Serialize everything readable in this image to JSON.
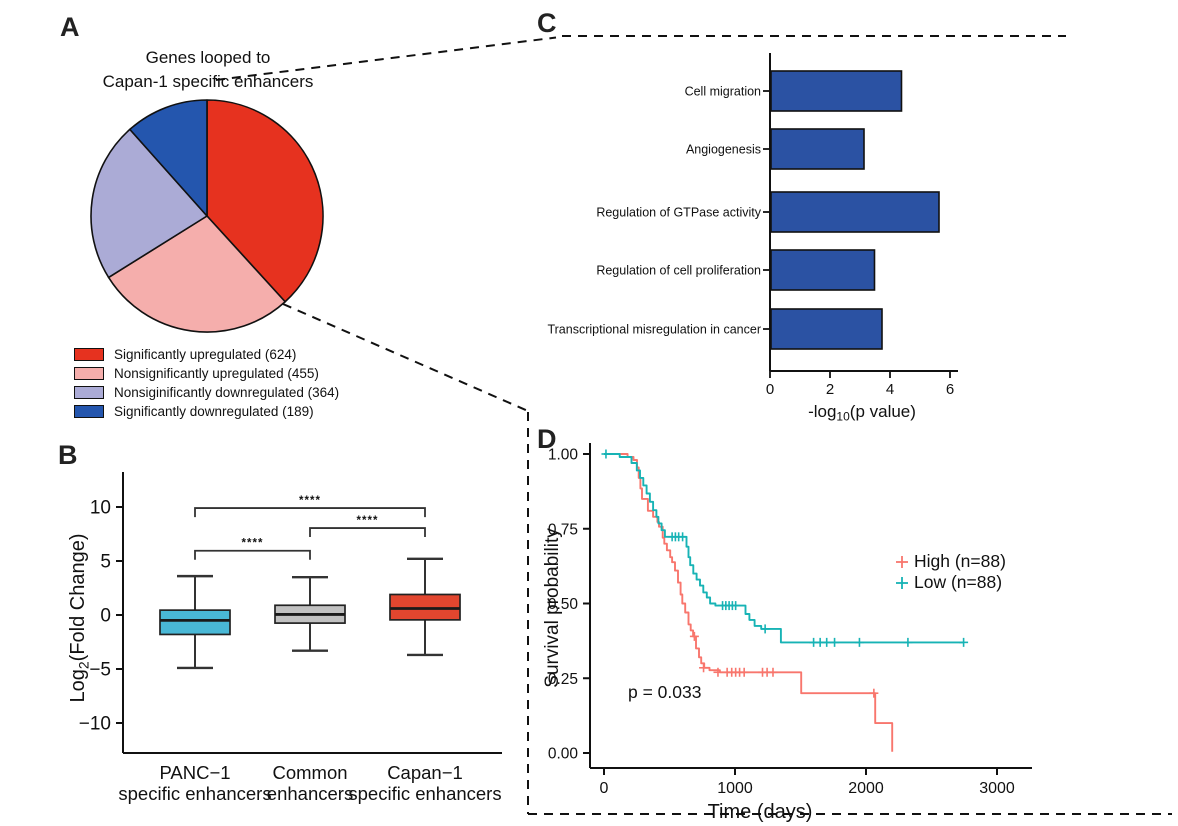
{
  "panels": {
    "a": {
      "label": "A",
      "title_line1": "Genes looped to",
      "title_line2": "Capan-1 specific enhancers"
    },
    "b": {
      "label": "B"
    },
    "c": {
      "label": "C"
    },
    "d": {
      "label": "D"
    }
  },
  "chart_data": [
    {
      "id": "pie",
      "type": "pie",
      "title": "Genes looped to Capan-1 specific enhancers",
      "start_angle_deg": -90,
      "direction": "clockwise",
      "legend_position": "bottom-left",
      "slices": [
        {
          "label": "Significantly upregulated (624)",
          "value": 624,
          "color": "#E6321F"
        },
        {
          "label": "Nonsignificantly upregulated (455)",
          "value": 455,
          "color": "#F5AEAC"
        },
        {
          "label": "Nonsiginificantly downregulated (364)",
          "value": 364,
          "color": "#ABABD6"
        },
        {
          "label": "Significantly downregulated (189)",
          "value": 189,
          "color": "#2456AE"
        }
      ]
    },
    {
      "id": "box",
      "type": "box",
      "ylabel": {
        "prefix": "Log",
        "sub": "2",
        "suffix": "(Fold Change)"
      },
      "yticks": [
        -10,
        -5,
        0,
        5,
        10
      ],
      "ylim": [
        -13,
        12.5
      ],
      "groups": [
        {
          "label_line1": "PANC−1",
          "label_line2": "specific enhancers",
          "color": "#49B8D6",
          "whisker_low": -4.9,
          "q1": -1.8,
          "median": -0.5,
          "q3": 0.45,
          "whisker_high": 3.6
        },
        {
          "label_line1": "Common",
          "label_line2": "enhancers",
          "color": "#C1C1C1",
          "whisker_low": -3.3,
          "q1": -0.75,
          "median": 0.05,
          "q3": 0.9,
          "whisker_high": 3.5
        },
        {
          "label_line1": "Capan−1",
          "label_line2": "specific enhancers",
          "color": "#E2462F",
          "whisker_low": -3.7,
          "q1": -0.45,
          "median": 0.6,
          "q3": 1.9,
          "whisker_high": 5.2
        }
      ],
      "brackets": [
        {
          "from": 0,
          "to": 1,
          "y": 5.95,
          "label": "****"
        },
        {
          "from": 1,
          "to": 2,
          "y": 8.05,
          "label": "****"
        },
        {
          "from": 0,
          "to": 2,
          "y": 9.9,
          "label": "****"
        }
      ]
    },
    {
      "id": "bar",
      "type": "bar",
      "orientation": "horizontal",
      "categories": [
        "Cell migration",
        "Angiogenesis",
        "Regulation of GTPase activity",
        "Regulation of cell proliferation",
        "Transcriptional misregulation in cancer"
      ],
      "values": [
        4.35,
        3.1,
        5.6,
        3.45,
        3.7
      ],
      "bar_color": "#2B52A3",
      "xticks": [
        0,
        2,
        4,
        6
      ],
      "xlim": [
        0,
        6
      ],
      "xlabel": {
        "prefix": "-log",
        "sub": "10",
        "suffix": "(p value)"
      }
    },
    {
      "id": "km",
      "type": "line",
      "xlabel": "Time (days)",
      "ylabel": "Survival probability",
      "xticks": [
        0,
        1000,
        2000,
        3000
      ],
      "xlim": [
        0,
        3000
      ],
      "yticks": [
        {
          "v": 0,
          "t": "0.00"
        },
        {
          "v": 0.25,
          "t": "0.25"
        },
        {
          "v": 0.5,
          "t": "0.50"
        },
        {
          "v": 0.75,
          "t": "0.75"
        },
        {
          "v": 1,
          "t": "1.00"
        }
      ],
      "p_value_label": "p = 0.033",
      "series": [
        {
          "name": "High (n=88)",
          "color": "#F8766D",
          "end": 2200,
          "steps": [
            [
              180,
              0.99
            ],
            [
              225,
              0.98
            ],
            [
              252,
              0.955
            ],
            [
              265,
              0.92
            ],
            [
              278,
              0.885
            ],
            [
              290,
              0.85
            ],
            [
              335,
              0.81
            ],
            [
              375,
              0.79
            ],
            [
              408,
              0.773
            ],
            [
              420,
              0.757
            ],
            [
              448,
              0.72
            ],
            [
              460,
              0.7
            ],
            [
              480,
              0.678
            ],
            [
              505,
              0.655
            ],
            [
              520,
              0.638
            ],
            [
              542,
              0.61
            ],
            [
              565,
              0.57
            ],
            [
              585,
              0.53
            ],
            [
              598,
              0.5
            ],
            [
              620,
              0.47
            ],
            [
              645,
              0.43
            ],
            [
              662,
              0.41
            ],
            [
              680,
              0.39
            ],
            [
              702,
              0.35
            ],
            [
              725,
              0.32
            ],
            [
              742,
              0.3
            ],
            [
              765,
              0.285
            ],
            [
              805,
              0.277
            ],
            [
              885,
              0.27
            ],
            [
              1505,
              0.2
            ],
            [
              2070,
              0.1
            ],
            [
              2200,
              0.004
            ]
          ],
          "censors": [
            [
              690,
              0.39
            ],
            [
              760,
              0.285
            ],
            [
              870,
              0.27
            ],
            [
              940,
              0.27
            ],
            [
              975,
              0.27
            ],
            [
              1005,
              0.27
            ],
            [
              1035,
              0.27
            ],
            [
              1070,
              0.27
            ],
            [
              1210,
              0.27
            ],
            [
              1245,
              0.27
            ],
            [
              1290,
              0.27
            ],
            [
              2060,
              0.2
            ]
          ]
        },
        {
          "name": "Low (n=88)",
          "color": "#17B3B5",
          "end": 2750,
          "steps": [
            [
              120,
              0.99
            ],
            [
              210,
              0.97
            ],
            [
              250,
              0.945
            ],
            [
              275,
              0.92
            ],
            [
              300,
              0.895
            ],
            [
              325,
              0.868
            ],
            [
              350,
              0.84
            ],
            [
              375,
              0.812
            ],
            [
              400,
              0.79
            ],
            [
              415,
              0.768
            ],
            [
              440,
              0.745
            ],
            [
              465,
              0.723
            ],
            [
              630,
              0.69
            ],
            [
              645,
              0.655
            ],
            [
              658,
              0.628
            ],
            [
              682,
              0.6
            ],
            [
              707,
              0.58
            ],
            [
              733,
              0.56
            ],
            [
              758,
              0.537
            ],
            [
              785,
              0.52
            ],
            [
              810,
              0.5
            ],
            [
              850,
              0.493
            ],
            [
              1080,
              0.465
            ],
            [
              1110,
              0.445
            ],
            [
              1150,
              0.425
            ],
            [
              1200,
              0.415
            ],
            [
              1350,
              0.37
            ]
          ],
          "censors": [
            [
              15,
              1.0
            ],
            [
              520,
              0.723
            ],
            [
              545,
              0.723
            ],
            [
              570,
              0.723
            ],
            [
              600,
              0.723
            ],
            [
              905,
              0.493
            ],
            [
              930,
              0.493
            ],
            [
              955,
              0.493
            ],
            [
              980,
              0.493
            ],
            [
              1005,
              0.493
            ],
            [
              1230,
              0.415
            ],
            [
              1600,
              0.37
            ],
            [
              1650,
              0.37
            ],
            [
              1700,
              0.37
            ],
            [
              1760,
              0.37
            ],
            [
              1950,
              0.37
            ],
            [
              2320,
              0.37
            ],
            [
              2745,
              0.37
            ]
          ]
        }
      ]
    }
  ]
}
